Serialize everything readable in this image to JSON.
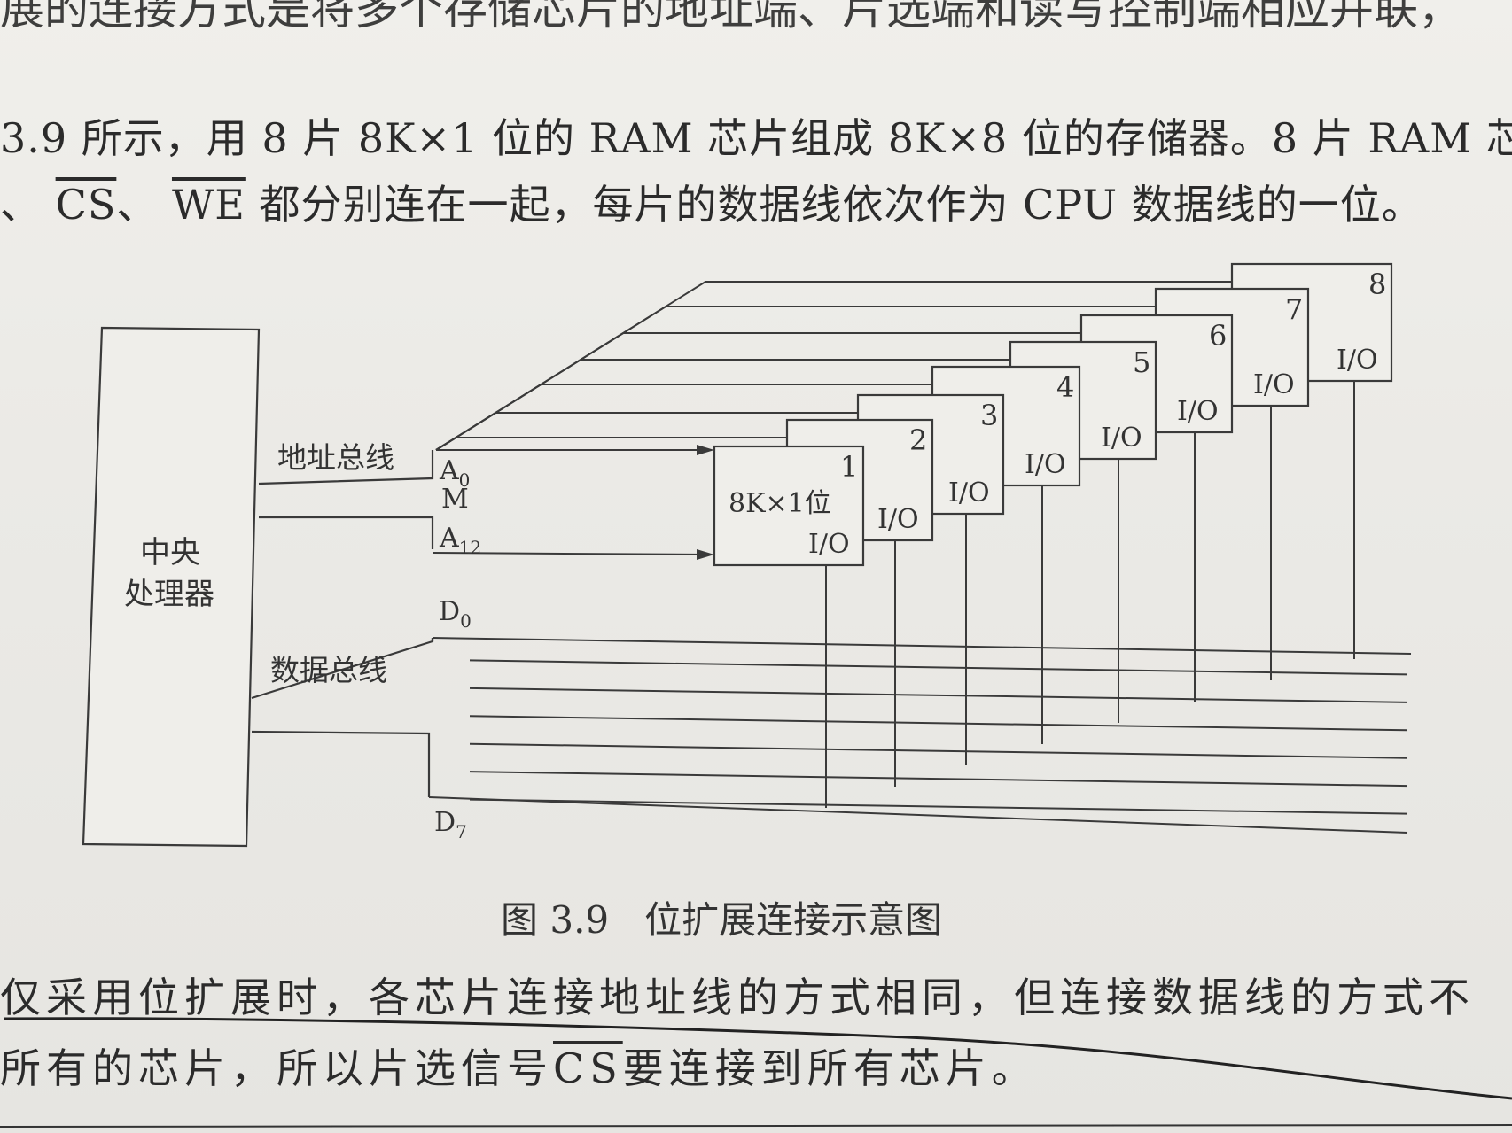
{
  "text": {
    "top_line": "展的连接方式是将多个存储芯片的地址端、片选端和读写控制端相应并联，",
    "para1": "3.9 所示，用 8 片 8K×1 位的 RAM 芯片组成 8K×8 位的存储器。8 片 RAM 芯",
    "para2_prefix": "、",
    "cs": "CS",
    "para2_mid": "、",
    "we": "WE",
    "para2_suffix": "都分别连在一起，每片的数据线依次作为 CPU 数据线的一位。",
    "bottom1": "仅采用位扩展时，各芯片连接地址线的方式相同，但连接数据线的方式不",
    "bottom2_prefix": "所有的芯片，所以片选信号",
    "bottom2_cs": "CS",
    "bottom2_suffix": "要连接到所有芯片。"
  },
  "diagram": {
    "cpu_label_1": "中央",
    "cpu_label_2": "处理器",
    "address_bus": "地址总线",
    "data_bus": "数据总线",
    "a0": "A",
    "a0_sub": "0",
    "m": "M",
    "a12": "A",
    "a12_sub": "12",
    "d0": "D",
    "d0_sub": "0",
    "d7": "D",
    "d7_sub": "7",
    "chip1_spec": "8K×1位",
    "io": "I/O",
    "chips": [
      "1",
      "2",
      "3",
      "4",
      "5",
      "6",
      "7",
      "8"
    ]
  },
  "caption": {
    "number": "图 3.9",
    "title": "位扩展连接示意图"
  }
}
